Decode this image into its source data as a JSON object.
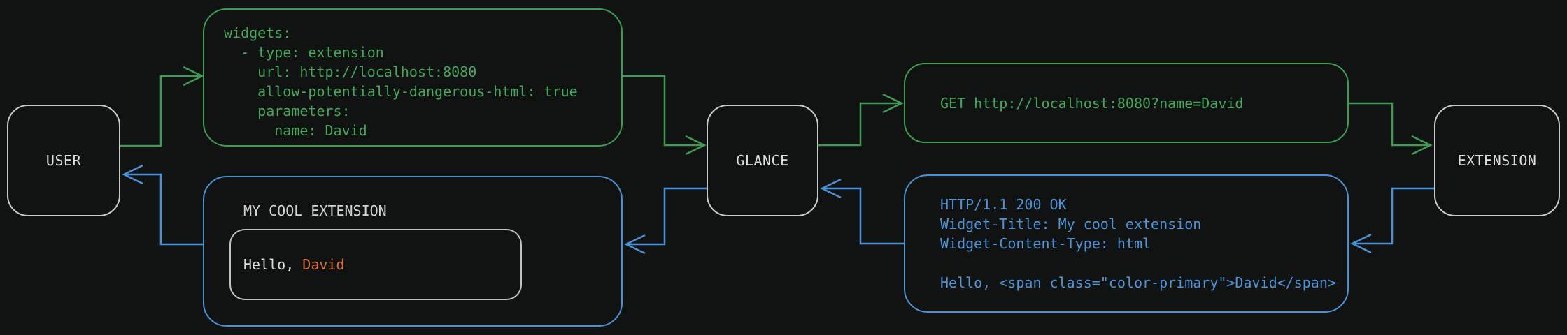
{
  "diagram": {
    "nodes": {
      "user": {
        "label": "USER"
      },
      "glance": {
        "label": "GLANCE"
      },
      "extension": {
        "label": "EXTENSION"
      }
    },
    "config_box": {
      "lines": [
        "widgets:",
        "  - type: extension",
        "    url: http://localhost:8080",
        "    allow-potentially-dangerous-html: true",
        "    parameters:",
        "      name: David"
      ]
    },
    "request_box": {
      "line": "GET http://localhost:8080?name=David"
    },
    "response_box": {
      "lines": [
        "HTTP/1.1 200 OK",
        "Widget-Title: My cool extension",
        "Widget-Content-Type: html",
        "",
        "Hello, <span class=\"color-primary\">David</span>"
      ]
    },
    "widget_box": {
      "title": "MY COOL EXTENSION",
      "hello_prefix": "Hello, ",
      "hello_name": "David"
    },
    "colors": {
      "request_green": "#3f9b53",
      "response_blue": "#4c90d5",
      "accent_orange": "#dd7038",
      "node_gray": "#c9cbca",
      "background": "#111312"
    }
  }
}
